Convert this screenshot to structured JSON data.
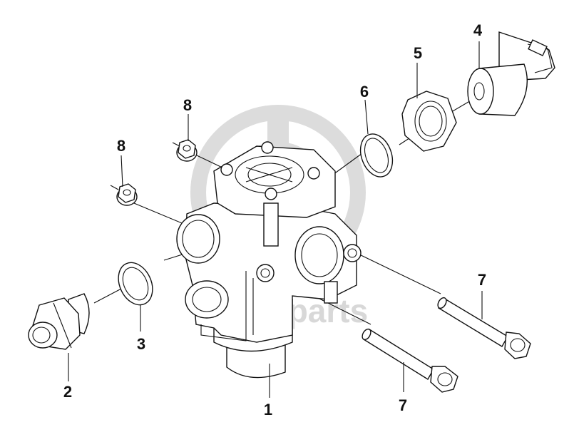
{
  "watermark": {
    "text": "data-parts",
    "color": "#d9d9d9"
  },
  "callouts": [
    {
      "id": "1",
      "label": "1"
    },
    {
      "id": "2",
      "label": "2"
    },
    {
      "id": "3",
      "label": "3"
    },
    {
      "id": "4",
      "label": "4"
    },
    {
      "id": "5",
      "label": "5"
    },
    {
      "id": "6",
      "label": "6"
    },
    {
      "id": "7a",
      "label": "7"
    },
    {
      "id": "7b",
      "label": "7"
    },
    {
      "id": "8a",
      "label": "8"
    },
    {
      "id": "8b",
      "label": "8"
    }
  ],
  "colors": {
    "line": "#111111",
    "background": "#ffffff",
    "watermark": "#d9d9d9"
  }
}
